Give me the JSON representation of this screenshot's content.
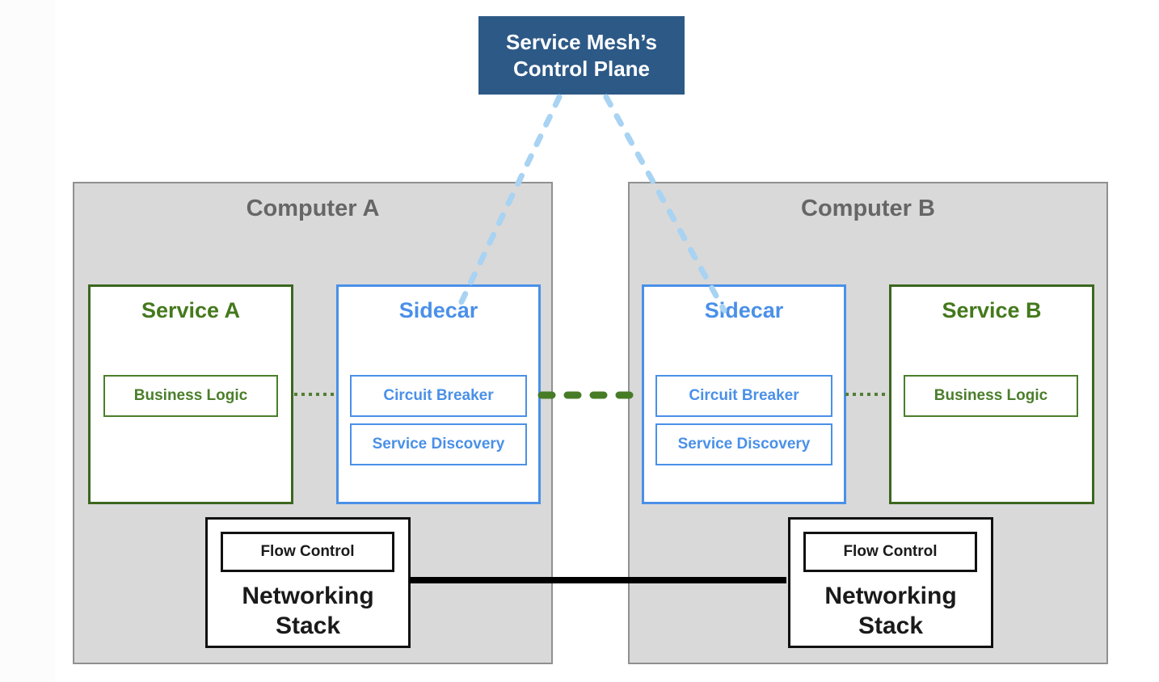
{
  "colors": {
    "navy": "#2d5986",
    "blue": "#4a90e8",
    "light_blue": "#a8d3f3",
    "gray_fill": "#d9d9d9",
    "gray_border": "#909090",
    "gray_text": "#666666",
    "green_border": "#3c671f",
    "green_text": "#44791c",
    "green_inner": "#4b7e2b",
    "green_dot": "#527e35",
    "green_dash": "#477c26",
    "ink": "#111111"
  },
  "control_plane": {
    "label_line1": "Service Mesh’s",
    "label_line2": "Control Plane"
  },
  "computer_a": {
    "title": "Computer A",
    "service": {
      "title": "Service A",
      "business_logic": "Business Logic"
    },
    "sidecar": {
      "title": "Sidecar",
      "circuit_breaker": "Circuit Breaker",
      "service_discovery": "Service Discovery"
    },
    "networking_stack": {
      "flow_control": "Flow Control",
      "label_line1": "Networking",
      "label_line2": "Stack"
    }
  },
  "computer_b": {
    "title": "Computer B",
    "service": {
      "title": "Service B",
      "business_logic": "Business Logic"
    },
    "sidecar": {
      "title": "Sidecar",
      "circuit_breaker": "Circuit Breaker",
      "service_discovery": "Service Discovery"
    },
    "networking_stack": {
      "flow_control": "Flow Control",
      "label_line1": "Networking",
      "label_line2": "Stack"
    }
  },
  "links": [
    {
      "from": "control-plane",
      "to": "sidecar-a",
      "style": "dashed-light-blue"
    },
    {
      "from": "control-plane",
      "to": "sidecar-b",
      "style": "dashed-light-blue"
    },
    {
      "from": "business-logic-a",
      "to": "sidecar-a",
      "style": "dotted-green"
    },
    {
      "from": "sidecar-b",
      "to": "business-logic-b",
      "style": "dotted-green"
    },
    {
      "from": "sidecar-a",
      "to": "sidecar-b",
      "style": "thick-dashed-green"
    },
    {
      "from": "networking-stack-a",
      "to": "networking-stack-b",
      "style": "solid-black"
    }
  ]
}
